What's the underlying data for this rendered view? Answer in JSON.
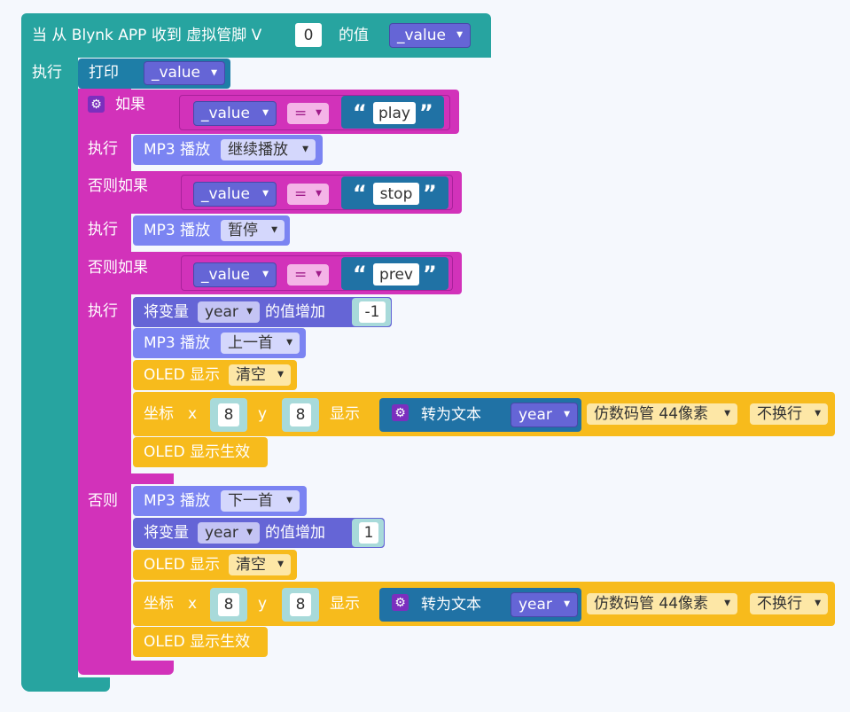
{
  "colors": {
    "event": "#27a4a0",
    "print": "#1e7ea7",
    "var": "#6565d6",
    "logic": "#d232ba",
    "mp3": "#7b84f2",
    "oled": "#f7bb1c",
    "text": "#2072a5",
    "math": "#a8dada"
  },
  "event": {
    "prefix": "当 从 Blynk APP 收到 虚拟管脚 V",
    "pin": "0",
    "mid": "的值",
    "var": "_value",
    "do": "执行"
  },
  "print_block": {
    "label": "打印",
    "var": "_value"
  },
  "if": {
    "label": "如果",
    "var": "_value",
    "op": "=",
    "text": "play"
  },
  "do1": {
    "label": "执行",
    "mp3": "MP3 播放",
    "action": "继续播放"
  },
  "elif1": {
    "label": "否则如果",
    "var": "_value",
    "op": "=",
    "text": "stop"
  },
  "do2": {
    "label": "执行",
    "mp3": "MP3 播放",
    "action": "暂停"
  },
  "elif2": {
    "label": "否则如果",
    "var": "_value",
    "op": "=",
    "text": "prev"
  },
  "do3": {
    "label": "执行",
    "change_prefix": "将变量",
    "var": "year",
    "change_suffix": "的值增加",
    "delta": "-1",
    "mp3": "MP3 播放",
    "mp3_action": "上一首",
    "oled": "OLED 显示",
    "oled_action": "清空",
    "coord": "坐标",
    "x_label": "x",
    "x": "8",
    "y_label": "y",
    "y": "8",
    "show": "显示",
    "to_text": "转为文本",
    "text_var": "year",
    "font": "仿数码管 44像素",
    "wrap": "不换行",
    "oled_apply": "OLED 显示生效"
  },
  "else": {
    "label": "否则",
    "mp3": "MP3 播放",
    "mp3_action": "下一首",
    "change_prefix": "将变量",
    "var": "year",
    "change_suffix": "的值增加",
    "delta": "1",
    "oled": "OLED 显示",
    "oled_action": "清空",
    "coord": "坐标",
    "x_label": "x",
    "x": "8",
    "y_label": "y",
    "y": "8",
    "show": "显示",
    "to_text": "转为文本",
    "text_var": "year",
    "font": "仿数码管 44像素",
    "wrap": "不换行",
    "oled_apply": "OLED 显示生效"
  }
}
